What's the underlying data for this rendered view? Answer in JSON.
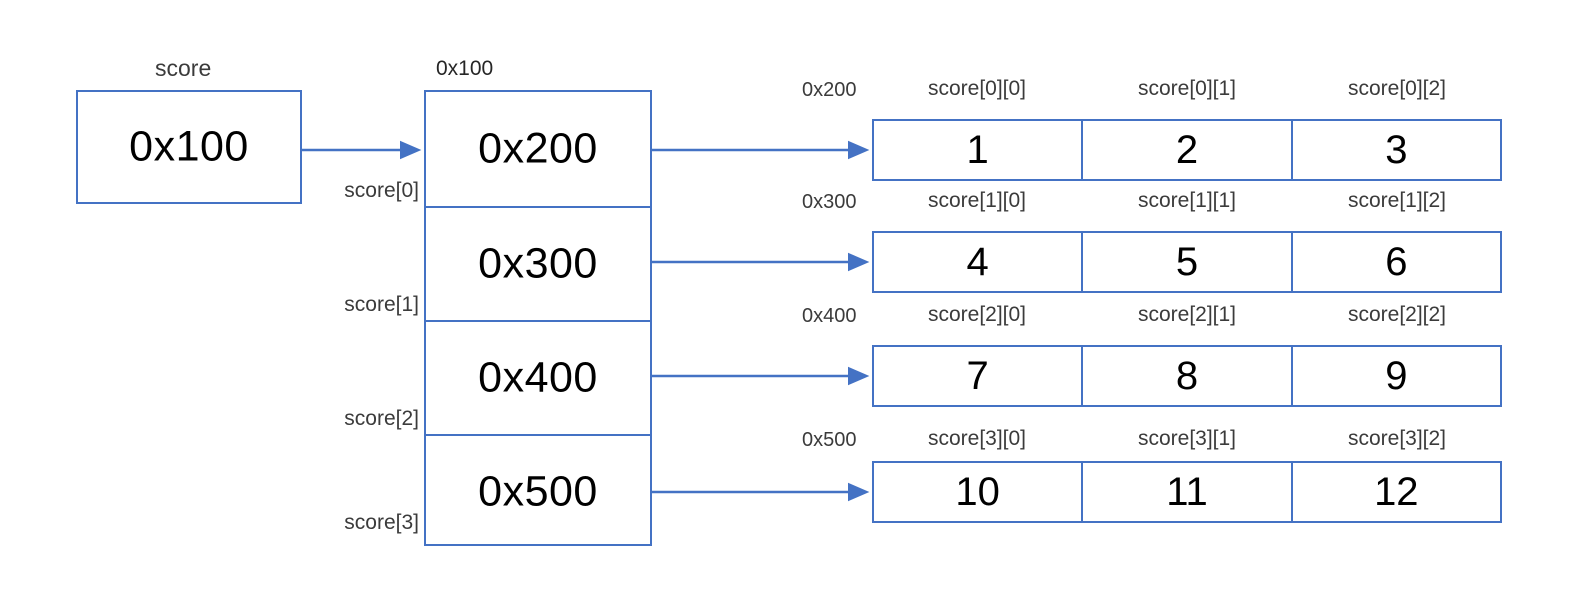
{
  "diagram": {
    "title_var": "score",
    "pointer_block_address": "0x100",
    "variable_box": {
      "value": "0x100"
    },
    "pointer_cells": [
      {
        "value": "0x200",
        "label": "score[0]"
      },
      {
        "value": "0x300",
        "label": "score[1]"
      },
      {
        "value": "0x400",
        "label": "score[2]"
      },
      {
        "value": "0x500",
        "label": "score[3]"
      }
    ],
    "value_rows": [
      {
        "address": "0x200",
        "headers": [
          "score[0][0]",
          "score[0][1]",
          "score[0][2]"
        ],
        "values": [
          "1",
          "2",
          "3"
        ]
      },
      {
        "address": "0x300",
        "headers": [
          "score[1][0]",
          "score[1][1]",
          "score[1][2]"
        ],
        "values": [
          "4",
          "5",
          "6"
        ]
      },
      {
        "address": "0x400",
        "headers": [
          "score[2][0]",
          "score[2][1]",
          "score[2][2]"
        ],
        "values": [
          "7",
          "8",
          "9"
        ]
      },
      {
        "address": "0x500",
        "headers": [
          "score[3][0]",
          "score[3][1]",
          "score[3][2]"
        ],
        "values": [
          "10",
          "11",
          "12"
        ]
      }
    ],
    "colors": {
      "border": "#4472c4",
      "arrow": "#4472c4",
      "text": "#000000",
      "caption": "#3b3b3b",
      "background": "#ffffff"
    }
  }
}
